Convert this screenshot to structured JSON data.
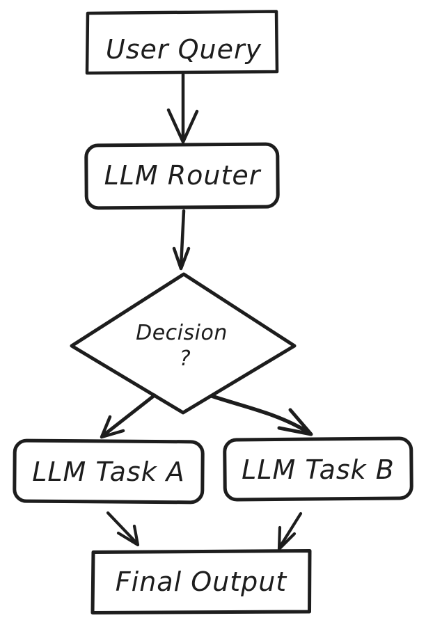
{
  "diagram": {
    "colors": {
      "ink": "#1d1d1d",
      "background": "#ffffff"
    },
    "style": "hand-drawn-sketch",
    "nodes": {
      "user_query": {
        "label": "User Query",
        "shape": "rectangle"
      },
      "llm_router": {
        "label": "LLM Router",
        "shape": "rounded-rectangle"
      },
      "decision": {
        "label": "Decision",
        "label_line2": "?",
        "shape": "diamond"
      },
      "llm_task_a": {
        "label": "LLM Task A",
        "shape": "rounded-rectangle"
      },
      "llm_task_b": {
        "label": "LLM Task B",
        "shape": "rounded-rectangle"
      },
      "final_output": {
        "label": "Final Output",
        "shape": "rectangle"
      }
    },
    "edges": [
      {
        "from": "user_query",
        "to": "llm_router",
        "style": "straight-arrow"
      },
      {
        "from": "llm_router",
        "to": "decision",
        "style": "straight-arrow"
      },
      {
        "from": "decision",
        "to": "llm_task_a",
        "style": "straight-arrow"
      },
      {
        "from": "decision",
        "to": "llm_task_b",
        "style": "curved-arrow"
      },
      {
        "from": "llm_task_a",
        "to": "final_output",
        "style": "straight-arrow"
      },
      {
        "from": "llm_task_b",
        "to": "final_output",
        "style": "straight-arrow"
      }
    ]
  }
}
